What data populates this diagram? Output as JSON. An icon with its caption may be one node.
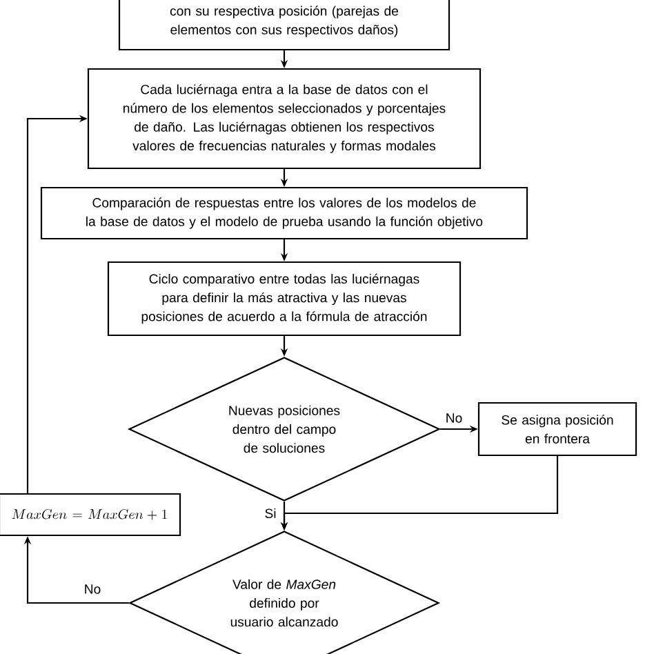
{
  "diagram": {
    "nodes": [
      {
        "text": [
          "con su respectiva posición (parejas de elementos con sus respectivos daños)"
        ]
      },
      {
        "text": [
          "Cada luciérnaga entra a la base de datos con el número de los elementos seleccionados y porcentajes de daño. Las luciérnagas obtienen los respectivos valores de frecuencias naturales y formas modales"
        ]
      },
      {
        "text": [
          "Comparación de respuestas entre los valores de los modelos de la base de datos y el modelo de prueba usando la función objetivo"
        ]
      },
      {
        "text": [
          "Ciclo comparativo entre todas las luciérnagas para definir la más atractiva y las nuevas posiciones de acuerdo a la fórmula de atracción"
        ]
      },
      {
        "text": [
          "Nuevas posiciones dentro del campo de soluciones"
        ]
      },
      {
        "text": [
          "Se asigna posición en frontera"
        ]
      },
      {
        "text": [
          "MaxGen = MaxGen + 1"
        ]
      },
      {
        "text": [
          "Valor de *MaxGen* definido por usuario alcanzado"
        ]
      }
    ],
    "edges": [
      {
        "from": 0,
        "to": 1,
        "arrow": "to"
      },
      {
        "from": 1,
        "to": 2,
        "arrow": "to"
      },
      {
        "from": 2,
        "to": 3,
        "arrow": "to"
      },
      {
        "from": 3,
        "to": 4,
        "arrow": "to"
      },
      {
        "from": 4,
        "to": 5,
        "arrow": "to",
        "label": "No"
      },
      {
        "from": 5,
        "to": 7,
        "arrow": "to"
      },
      {
        "from": 4,
        "to": 7,
        "arrow": "to",
        "label": "Si"
      },
      {
        "from": 7,
        "to": 6,
        "arrow": "to",
        "label": "No"
      },
      {
        "from": 6,
        "to": 1,
        "arrow": "to"
      }
    ]
  }
}
